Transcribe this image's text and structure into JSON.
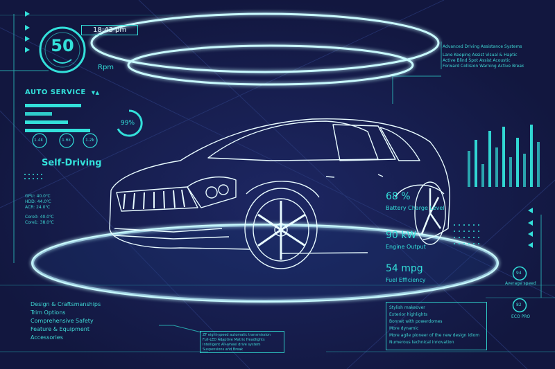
{
  "rpm": {
    "value": "50",
    "unit": "Rpm"
  },
  "time": "18:43 pm",
  "auto_service": {
    "label": "AUTO SERVICE",
    "percent": "99%",
    "bars": [
      0.62,
      0.3,
      0.48,
      0.72
    ]
  },
  "mini_gauges": [
    "1.4k",
    "1.6k",
    "1.2k"
  ],
  "self_driving": "Self-Driving",
  "sensors": [
    "GPU: 40.0℃",
    "HDD: 44.0℃",
    "ACR: 24.0℃",
    "Core0: 40.0℃",
    "Core1: 38.0℃"
  ],
  "assist": {
    "title": "Advanced Driving Assistance Systems",
    "lines": [
      "Lane Keeping Assist   Visual & Haptic",
      "Active Blind Spot Assist   Acoustic",
      "Forward Collision Warning   Active Break"
    ]
  },
  "stats": [
    {
      "value": "68 %",
      "label": "Battery Charge Level"
    },
    {
      "value": "90 kW",
      "label": "Engine Output"
    },
    {
      "value": "54 mpg",
      "label": "Fuel Efficiency"
    }
  ],
  "right_gauges": [
    {
      "value": "94",
      "label": "Average speed"
    },
    {
      "value": "82",
      "label": "ECO PRO"
    }
  ],
  "bar_chart": [
    0.55,
    0.72,
    0.35,
    0.85,
    0.6,
    0.92,
    0.45,
    0.75,
    0.5,
    0.95,
    0.68
  ],
  "left_menu": [
    "Design & Craftsmanships",
    "Trim Options",
    "Comprehensive Safety",
    "Feature & Equipment",
    "Accessories"
  ],
  "center_specs": [
    "ZF eight-speed automatic transmission",
    "Full-LED Adaptive Matrix Headlights",
    "Intelligent All-wheel drive system",
    "Suspensions and Break"
  ],
  "right_specs": [
    "Stylish makeover",
    "Exterior highlights",
    "Bonnet with powerdomes",
    "More dynamic",
    "More agile pioneer of the new design idiom",
    "Numerous technical innovation"
  ],
  "colors": {
    "bg": "#141a4a",
    "accent": "#33e0da",
    "glow": "#bff9ff"
  }
}
